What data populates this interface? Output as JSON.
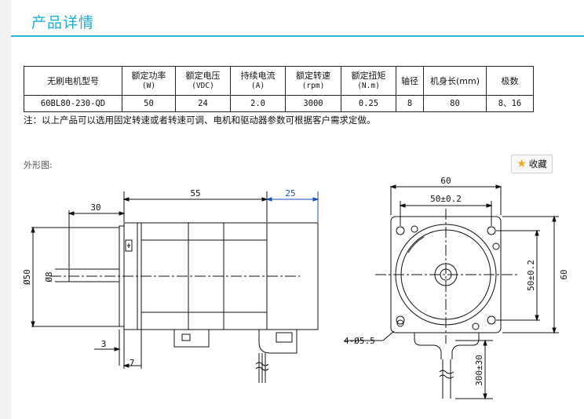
{
  "section": {
    "title": "产品详情"
  },
  "table": {
    "headers": [
      {
        "label": "无刷电机型号",
        "unit": ""
      },
      {
        "label": "额定功率",
        "unit": "(W)"
      },
      {
        "label": "额定电压",
        "unit": "(VDC)"
      },
      {
        "label": "持续电流",
        "unit": "(A)"
      },
      {
        "label": "额定转速",
        "unit": "(rpm)"
      },
      {
        "label": "额定扭矩",
        "unit": "(N.m)"
      },
      {
        "label": "轴径",
        "unit": ""
      },
      {
        "label": "机身长(mm)",
        "unit": ""
      },
      {
        "label": "极数",
        "unit": ""
      }
    ],
    "row": [
      "60BL80-230-QD",
      "50",
      "24",
      "2.0",
      "3000",
      "0.25",
      "8",
      "80",
      "8、16"
    ]
  },
  "note": "注：以上产品可以选用固定转速或者转速可调、电机和驱动器参数可根据客户需求定做。",
  "outline_label": "外形图:",
  "favorite": {
    "label": "收藏",
    "icon": "star-icon",
    "color": "#f5a623"
  },
  "drawing": {
    "side": {
      "dim_length": "55",
      "dim_rear": "25",
      "dim_flange": "30",
      "dim_diameter": "Ø50",
      "dim_shaft": "Ø8",
      "dim_step": "3",
      "dim_shaft_pilot": "7"
    },
    "front": {
      "dim_width": "60",
      "dim_hole_pitch_x": "50±0.2",
      "dim_hole_pitch_y": "50±0.2",
      "dim_height": "60",
      "dim_holes": "4-Ø5.5",
      "dim_lead": "300±30"
    }
  },
  "colors": {
    "accent": "#1ab0d8",
    "dimension_blue": "#1a4fb8"
  }
}
